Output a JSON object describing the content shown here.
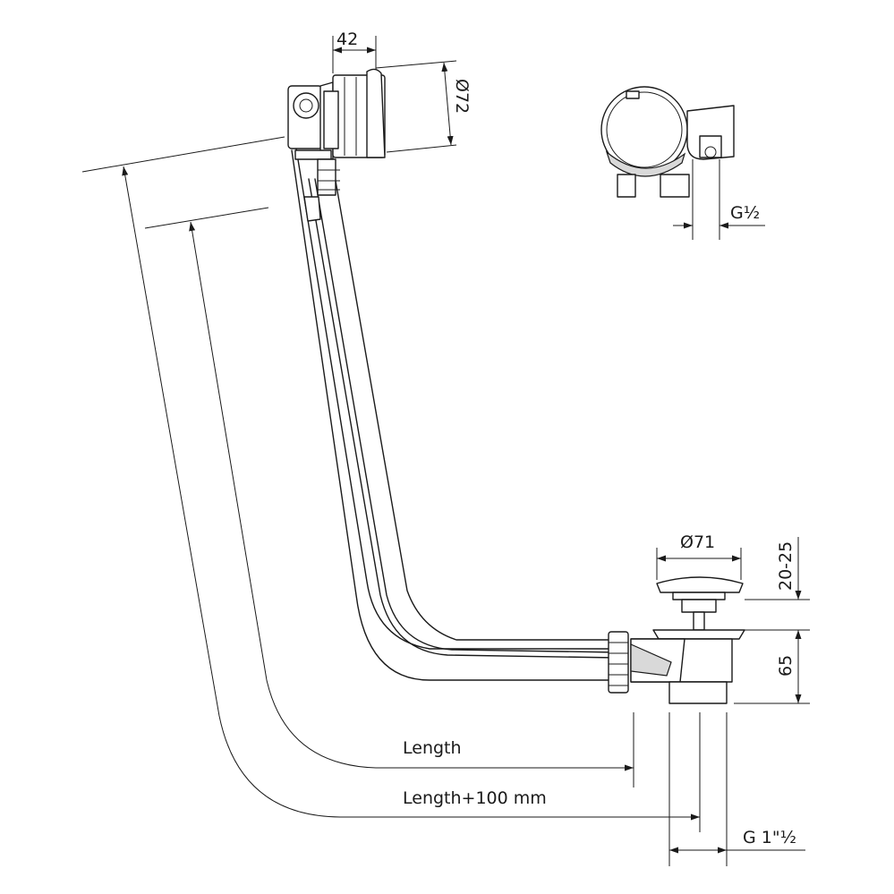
{
  "dimensions": {
    "overflow_width": "42",
    "overflow_diameter": "Ø72",
    "inlet_thread": "G½",
    "plug_diameter": "Ø71",
    "plug_lift": "20-25",
    "waste_height": "65",
    "length": "Length",
    "length_plus": "Length+100 mm",
    "outlet_thread": "G 1\"½"
  },
  "colors": {
    "line": "#1a1a1a",
    "background": "#ffffff"
  }
}
